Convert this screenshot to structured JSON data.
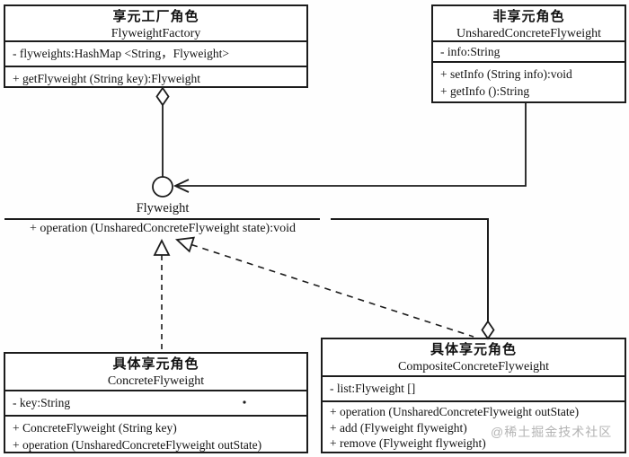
{
  "diagram": {
    "title_hint": "Flyweight pattern UML class diagram",
    "interface": {
      "name": "Flyweight",
      "operation": "+ operation (UnsharedConcreteFlyweight state):void"
    },
    "classes": {
      "factory": {
        "name_zh": "享元工厂角色",
        "name_en": "FlyweightFactory",
        "attributes": [
          "- flyweights:HashMap <String，Flyweight>"
        ],
        "methods": [
          "+ getFlyweight (String key):Flyweight"
        ]
      },
      "unshared": {
        "name_zh": "非享元角色",
        "name_en": "UnsharedConcreteFlyweight",
        "attributes": [
          "- info:String"
        ],
        "methods": [
          "+ setInfo (String info):void",
          "+ getInfo ():String"
        ]
      },
      "concrete": {
        "name_zh": "具体享元角色",
        "name_en": "ConcreteFlyweight",
        "attributes": [
          "- key:String"
        ],
        "methods": [
          "+ ConcreteFlyweight (String key)",
          "+ operation (UnsharedConcreteFlyweight outState)"
        ]
      },
      "composite": {
        "name_zh": "具体享元角色",
        "name_en": "CompositeConcreteFlyweight",
        "attributes": [
          "- list:Flyweight []"
        ],
        "methods": [
          "+ operation (UnsharedConcreteFlyweight outState)",
          "+ add (Flyweight flyweight)",
          "+ remove (Flyweight flyweight)"
        ]
      }
    },
    "watermark": "@稀土掘金技术社区",
    "colors": {
      "line": "#1c1c1c",
      "text": "#121212",
      "watermark": "#b4b4b4",
      "background": "#fefefe"
    }
  }
}
